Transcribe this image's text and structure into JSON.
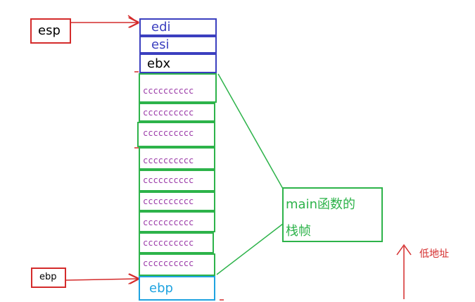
{
  "esp_label": "esp",
  "ebp_small_label": "ebp",
  "registers": {
    "edi": "edi",
    "esi": "esi",
    "ebx": "ebx"
  },
  "cells": [
    "cccccccccc",
    "cccccccccc",
    "cccccccccc",
    "cccccccccc",
    "cccccccccc",
    "cccccccccc",
    "cccccccccc",
    "cccccccccc",
    "cccccccccc"
  ],
  "ebp_cell": "ebp",
  "callout": {
    "line1": "main函数的",
    "line2": "栈帧"
  },
  "low_address_label": "低地址",
  "colors": {
    "red": "#d42b2b",
    "blue": "#3b3fbf",
    "green": "#2db34a",
    "cyan": "#1fa3e0",
    "purple": "#9b3aa8"
  }
}
